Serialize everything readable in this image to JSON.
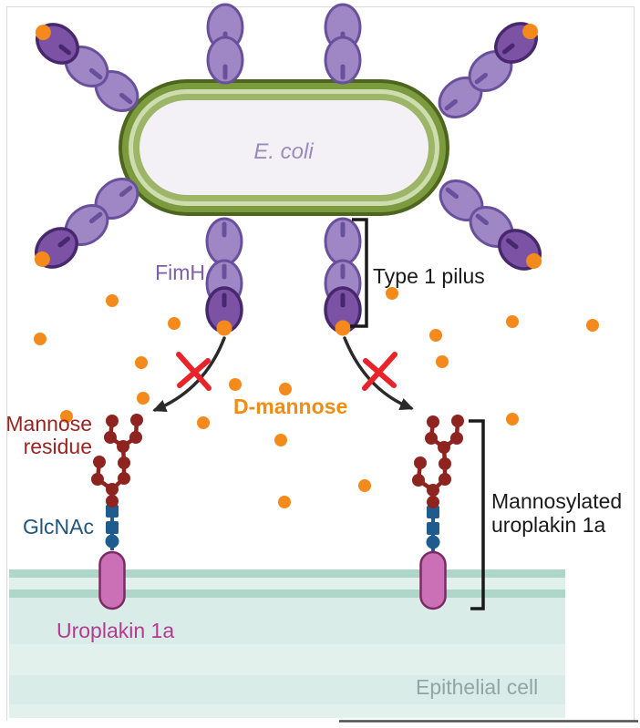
{
  "diagram": {
    "title": "D-mannose blocking E. coli FimH adhesion to mannosylated uroplakin 1a on an epithelial cell",
    "labels": {
      "ecoli": "E. coli",
      "fimh": "FimH",
      "type1_pilus": "Type 1 pilus",
      "d_mannose": "D-mannose",
      "mannose_residue_line1": "Mannose",
      "mannose_residue_line2": "residue",
      "glcnac": "GlcNAc",
      "uroplakin": "Uroplakin 1a",
      "mannosylated_line1": "Mannosylated",
      "mannosylated_line2": "uroplakin 1a",
      "epithelial_cell": "Epithelial cell"
    },
    "colors": {
      "cell_outline": "#4c661f",
      "cell_band_outer": "#7c9a3e",
      "cell_band_pale": "#cdddb0",
      "cell_band_inner": "#9cb567",
      "cell_interior": "#f3f0f6",
      "ecoli_text": "#9a8bb8",
      "pilus_fill": "#9f87c6",
      "pilus_outline": "#68509c",
      "fimh_fill": "#7b52a4",
      "fimh_outline": "#47276e",
      "mannose_orange": "#f58a1c",
      "glycan_red": "#8e2420",
      "glcnac_blue": "#1e5b8f",
      "uroplakin_fill": "#cb70b6",
      "uroplakin_outline": "#7c2a66",
      "membrane_stripe": "#aed6c9",
      "membrane_light": "#e0f1eb",
      "cell_body": "#d9ece7",
      "cell_body_light": "#e3f1ec",
      "label_purple": "#7b5fa8",
      "label_black": "#1a1a1a",
      "label_orange": "#f28c13",
      "label_red": "#9b2423",
      "label_blue": "#20567e",
      "label_magenta": "#b53a90",
      "label_gray": "#93a4a4",
      "x_red": "#e8242a"
    }
  }
}
